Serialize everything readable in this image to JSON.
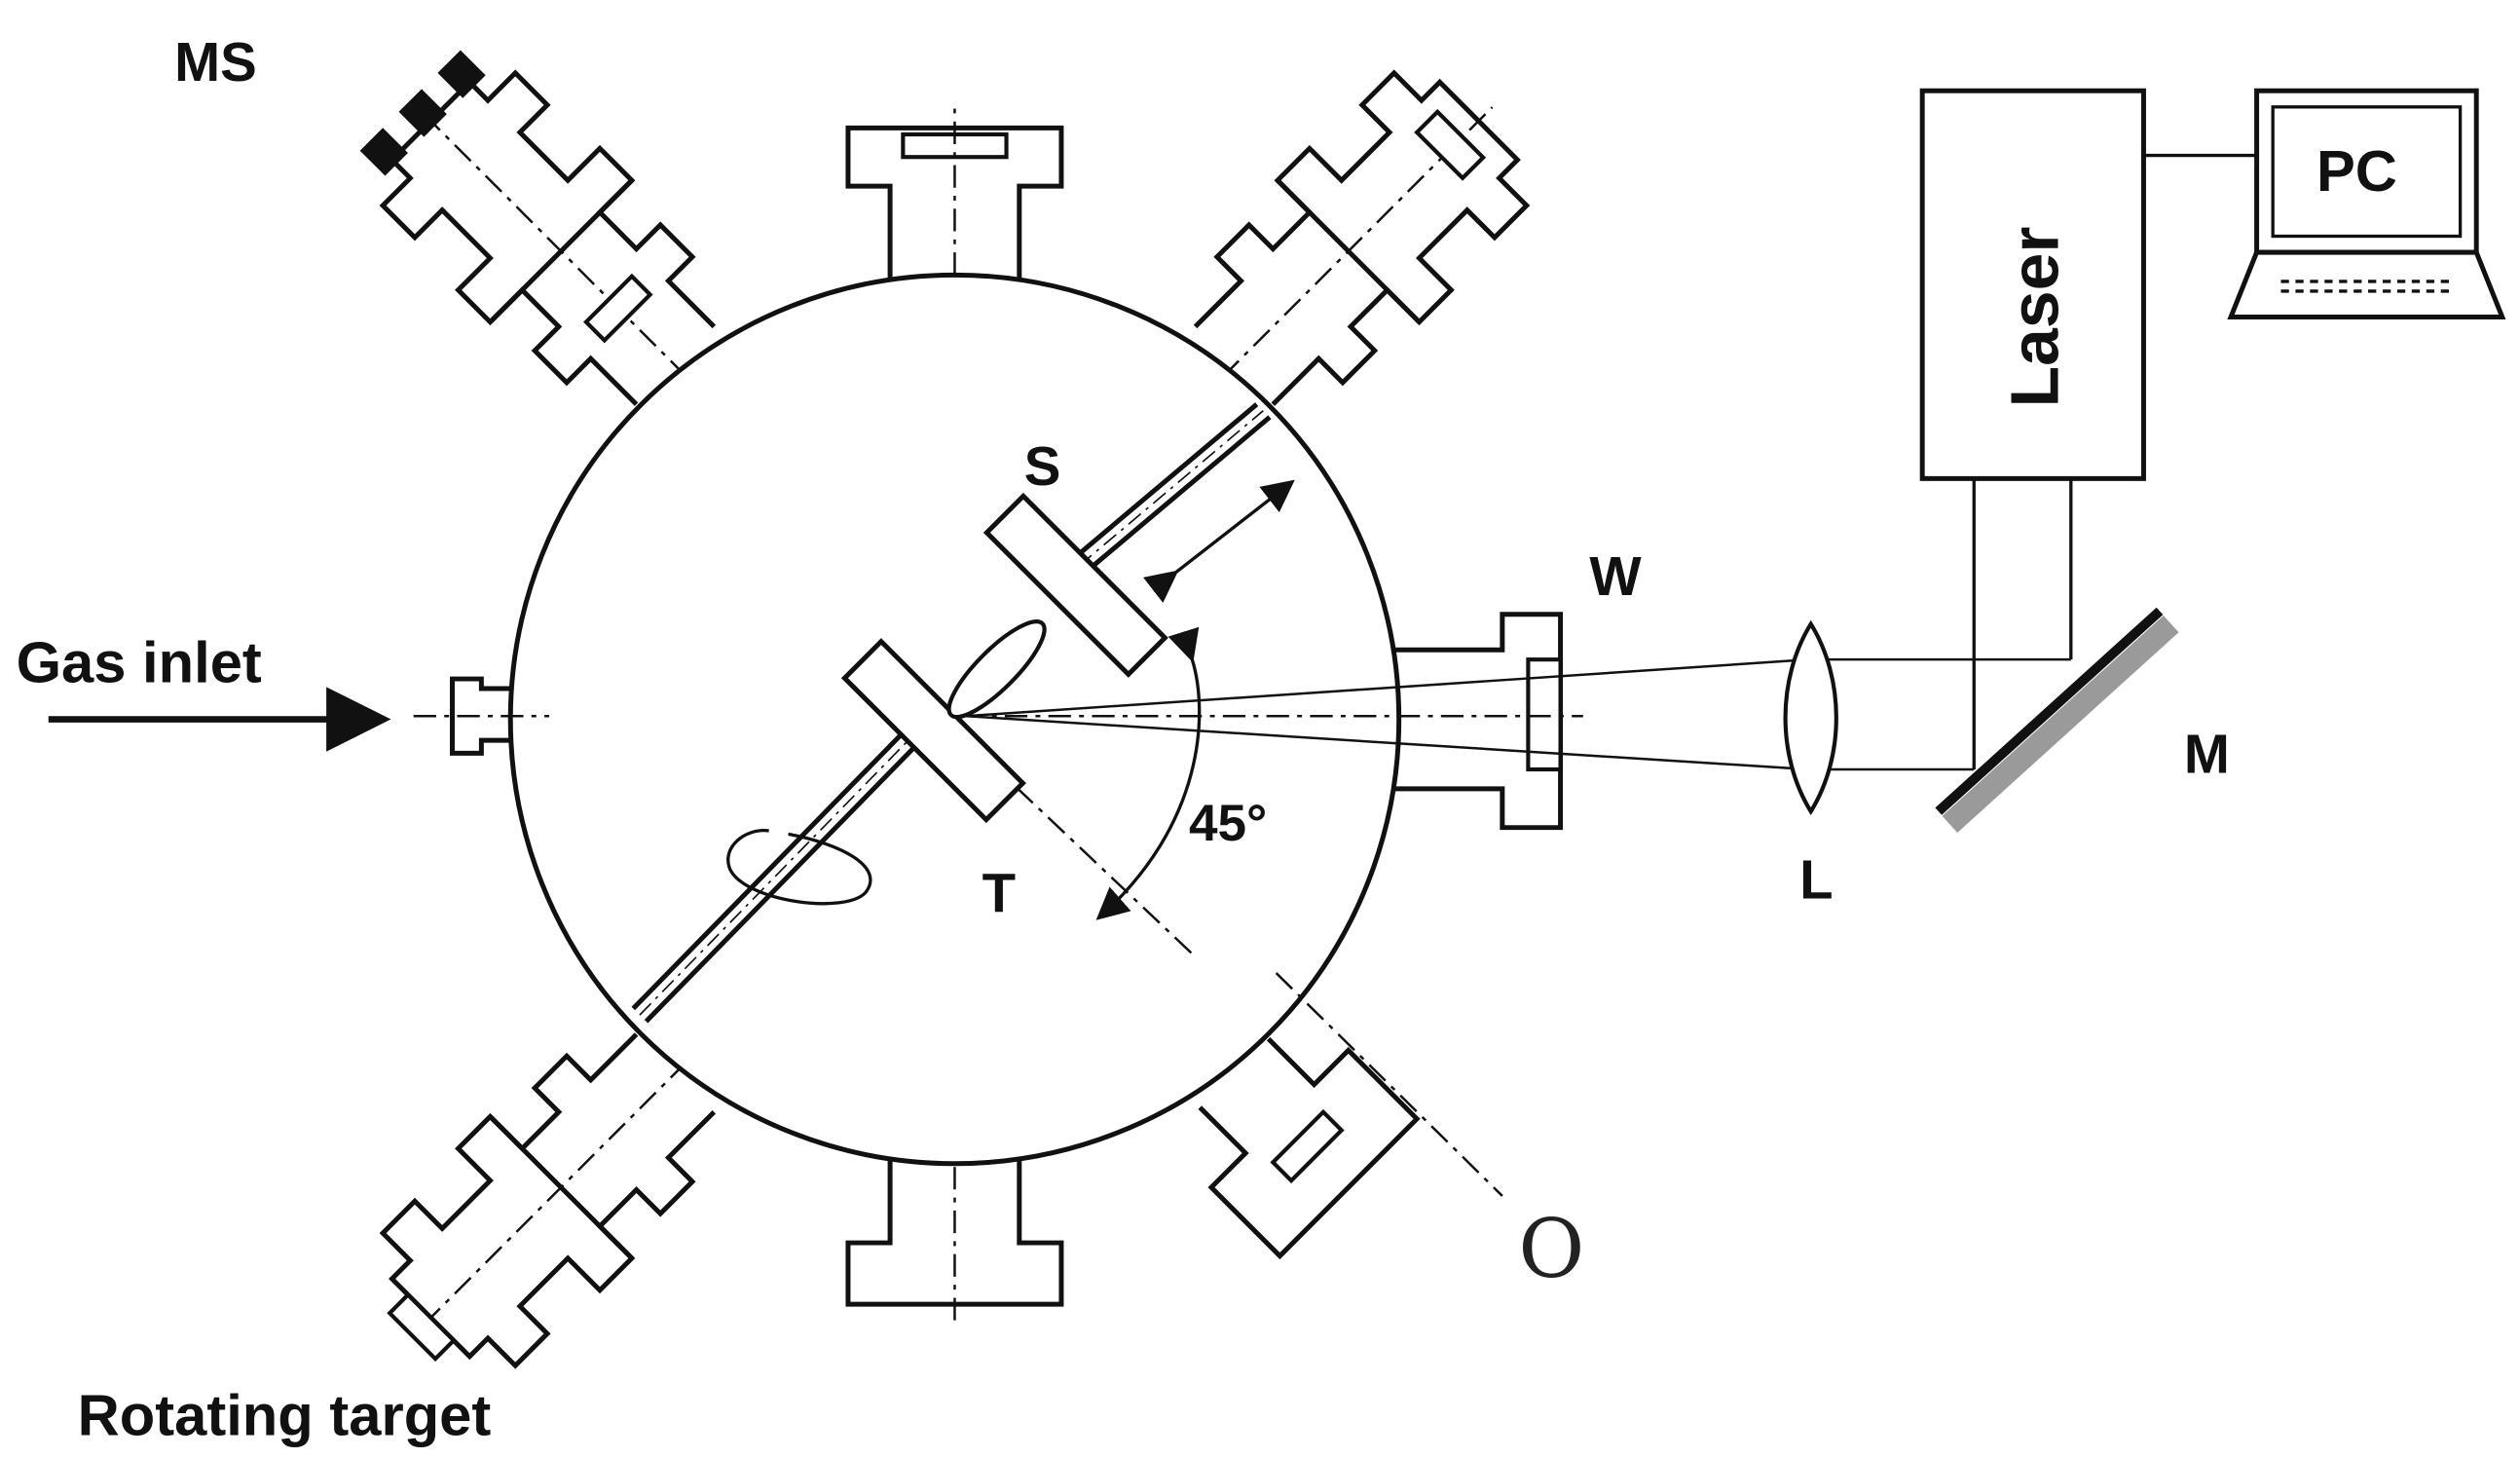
{
  "labels": {
    "ms": "MS",
    "gas_inlet": "Gas inlet",
    "rotating_target": "Rotating target",
    "s": "S",
    "t": "T",
    "angle": "45°",
    "w": "W",
    "l": "L",
    "m": "M",
    "o": "O",
    "laser": "Laser",
    "pc": "PC"
  },
  "colors": {
    "line": "#111111",
    "mirror_back": "#9a9a9a"
  }
}
